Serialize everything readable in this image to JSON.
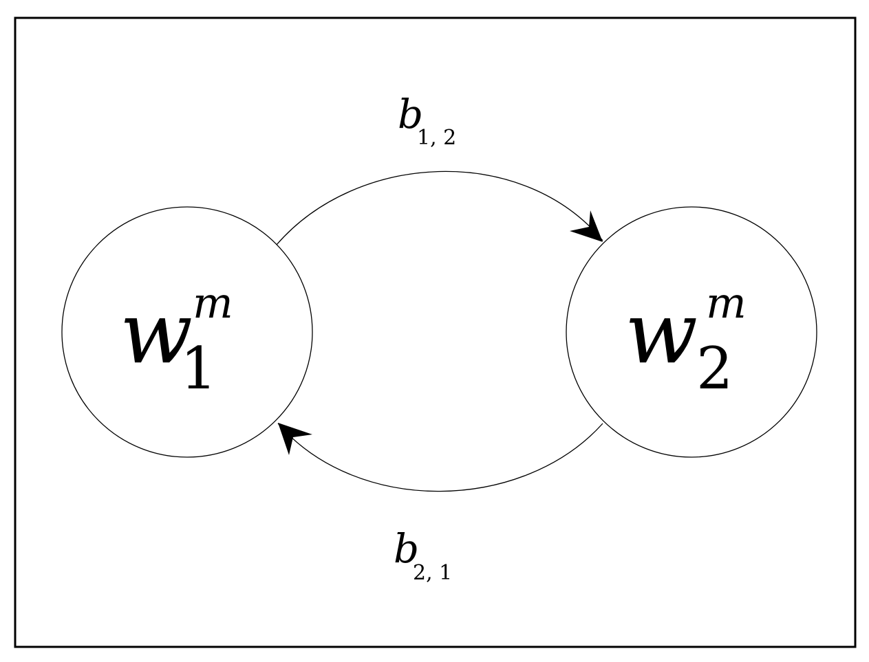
{
  "diagram": {
    "nodes": [
      {
        "id": "node-1",
        "symbol": "w",
        "subscript": "1",
        "superscript": "m"
      },
      {
        "id": "node-2",
        "symbol": "w",
        "subscript": "2",
        "superscript": "m"
      }
    ],
    "edges": [
      {
        "id": "edge-1-2",
        "from": "node-1",
        "to": "node-2",
        "symbol": "b",
        "subscript": "1, 2"
      },
      {
        "id": "edge-2-1",
        "from": "node-2",
        "to": "node-1",
        "symbol": "b",
        "subscript": "2, 1"
      }
    ],
    "colors": {
      "stroke": "#000000",
      "background": "#ffffff"
    }
  }
}
